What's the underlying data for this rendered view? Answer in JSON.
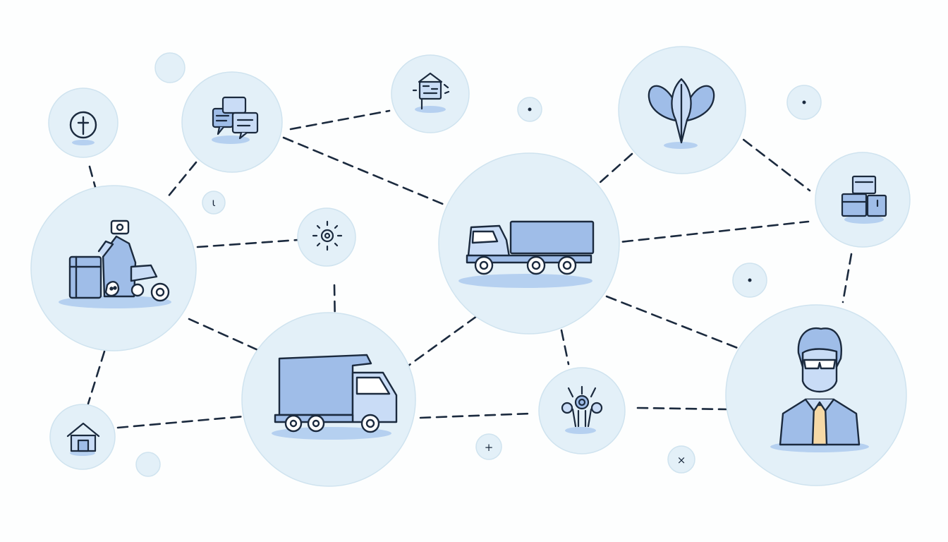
{
  "diagram": {
    "kind": "logistics-network",
    "palette": {
      "background": "#fdfefe",
      "node_fill": "#e3f0f8",
      "node_stroke": "#cfe3ef",
      "icon_stroke": "#1b2a3e",
      "icon_fill": "#9fbde8",
      "icon_fill_light": "#c9dcf6",
      "shadow": "#8fb6ea",
      "accent": "#f6d9a6",
      "link": "#1b2a3e"
    },
    "nodes": [
      {
        "id": "forklift-hub",
        "icon": "forklift-warehouse-icon"
      },
      {
        "id": "chat",
        "icon": "chat-bubbles-icon"
      },
      {
        "id": "plus-node",
        "icon": "plus-circle-icon"
      },
      {
        "id": "signpost",
        "icon": "signpost-house-icon"
      },
      {
        "id": "sun",
        "icon": "sun-icon"
      },
      {
        "id": "truck-main",
        "icon": "semi-truck-icon"
      },
      {
        "id": "lotus",
        "icon": "lotus-icon"
      },
      {
        "id": "boxes",
        "icon": "boxes-icon"
      },
      {
        "id": "delivery-truck",
        "icon": "box-truck-icon"
      },
      {
        "id": "house",
        "icon": "house-icon"
      },
      {
        "id": "robot",
        "icon": "robot-icon"
      },
      {
        "id": "person",
        "icon": "person-icon"
      }
    ],
    "stray_marks": [
      {
        "id": "mark-t-top",
        "text": "ɩ"
      },
      {
        "id": "mark-plus-bottom",
        "text": "+"
      },
      {
        "id": "mark-x-bottom",
        "text": "×"
      }
    ]
  }
}
